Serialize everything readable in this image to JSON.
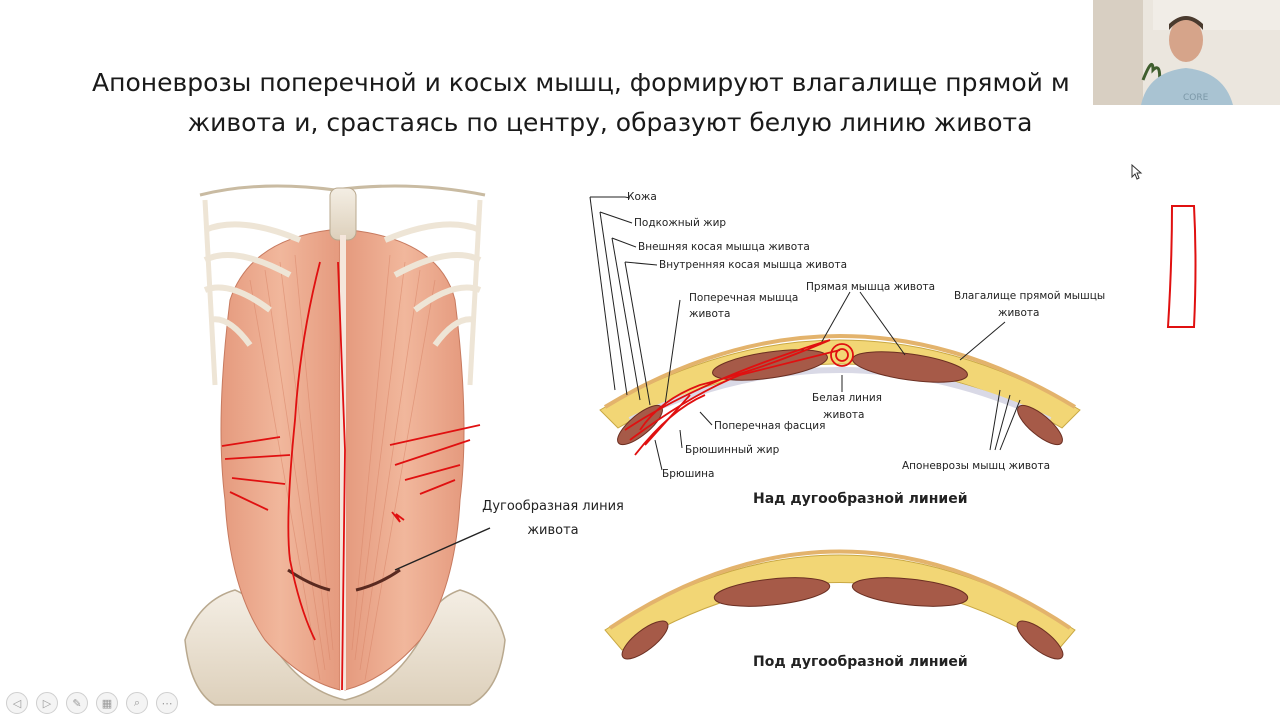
{
  "slide": {
    "title_line1": "Апоневрозы поперечной и косых мышц, формируют влагалище прямой м",
    "title_line2": "живота и, срастаясь по центру, образуют белую линию живота"
  },
  "left_figure": {
    "arcuate_label_line1": "Дугообразная линия",
    "arcuate_label_line2": "живота"
  },
  "right_figure": {
    "labels": {
      "skin": "Кожа",
      "subcut_fat": "Подкожный жир",
      "ext_oblique": "Внешняя косая мышца живота",
      "int_oblique": "Внутренняя косая мышца живота",
      "transverse_l1": "Поперечная мышца",
      "transverse_l2": "живота",
      "rectus": "Прямая мышца живота",
      "sheath_l1": "Влагалище прямой мышцы",
      "sheath_l2": "живота",
      "linea_alba_l1": "Белая линия",
      "linea_alba_l2": "живота",
      "transv_fascia": "Поперечная фасция",
      "peritoneal_fat": "Брюшинный жир",
      "peritoneum": "Брюшина",
      "aponeuroses": "Апоневрозы мышц живота"
    },
    "caption_above": "Над дугообразной линией",
    "caption_below": "Под дугообразной линией"
  },
  "toolbar": {
    "buttons": [
      {
        "name": "prev-slide-icon",
        "glyph": "◁"
      },
      {
        "name": "next-slide-icon",
        "glyph": "▷"
      },
      {
        "name": "pen-icon",
        "glyph": "✎"
      },
      {
        "name": "slides-grid-icon",
        "glyph": "▦"
      },
      {
        "name": "zoom-icon",
        "glyph": "⌕"
      },
      {
        "name": "more-options-icon",
        "glyph": "⋯"
      }
    ]
  },
  "colors": {
    "annotation_red": "#e01010",
    "muscle": "#e29578",
    "bone": "#ece3d3",
    "fat": "#f2d675",
    "muscle_dark": "#9b4a3a"
  }
}
